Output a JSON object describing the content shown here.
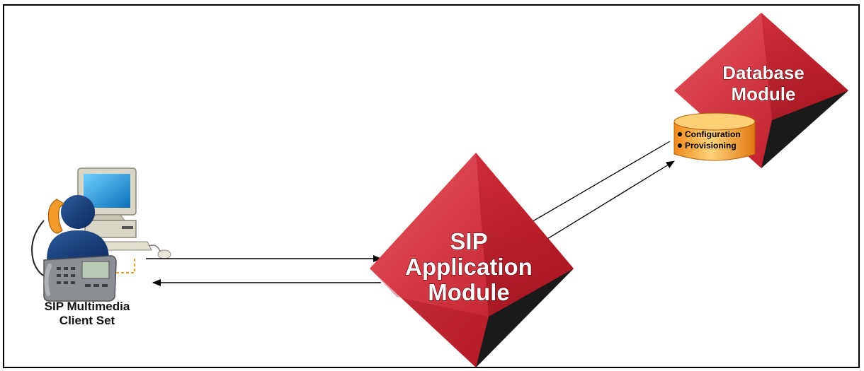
{
  "client": {
    "label_line1": "SIP Multimedia",
    "label_line2": "Client Set",
    "icon": "user-with-computer-and-phone-icon"
  },
  "sip_module": {
    "line1": "SIP",
    "line2": "Application",
    "line3": "Module",
    "color": "#cc1f2b"
  },
  "db_module": {
    "line1": "Database",
    "line2": "Module",
    "color": "#cc1f2b",
    "items": [
      "Configuration",
      "Provisioning"
    ],
    "cylinder_color": "#f6a43c"
  }
}
